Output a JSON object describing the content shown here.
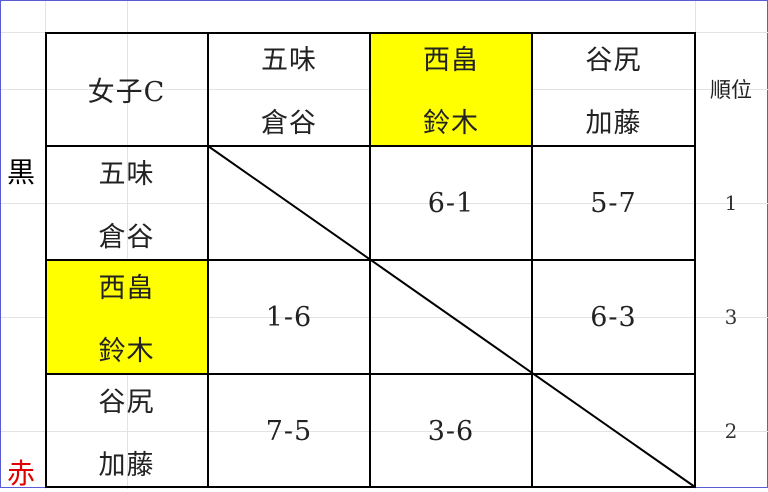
{
  "header": {
    "corner": "女子C",
    "teams": [
      {
        "line1": "五味",
        "line2": "倉谷",
        "highlight": false
      },
      {
        "line1": "西畠",
        "line2": "鈴木",
        "highlight": true
      },
      {
        "line1": "谷尻",
        "line2": "加藤",
        "highlight": false
      }
    ],
    "rank_label": "順位"
  },
  "rows": [
    {
      "line1": "五味",
      "line2": "倉谷",
      "highlight": false,
      "scores": [
        "",
        "6-1",
        "5-7"
      ],
      "rank": "1"
    },
    {
      "line1": "西畠",
      "line2": "鈴木",
      "highlight": true,
      "scores": [
        "1-6",
        "",
        "6-3"
      ],
      "rank": "3"
    },
    {
      "line1": "谷尻",
      "line2": "加藤",
      "highlight": false,
      "scores": [
        "7-5",
        "3-6",
        ""
      ],
      "rank": "2"
    }
  ],
  "side_labels": {
    "black": "黒",
    "red": "赤"
  },
  "colors": {
    "highlight": "#ffff00",
    "red_label": "#e00000",
    "black_label": "#000000"
  }
}
